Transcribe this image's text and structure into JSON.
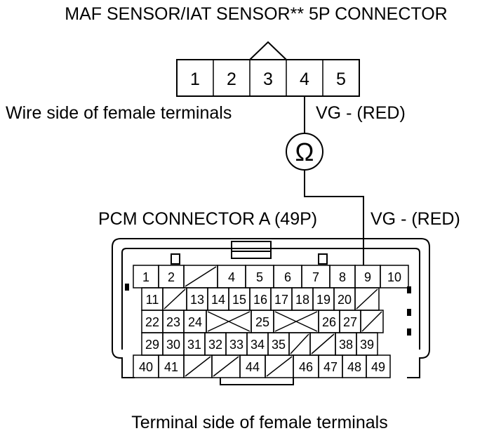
{
  "title": "MAF SENSOR/IAT SENSOR** 5P CONNECTOR",
  "maf_connector": {
    "pins": [
      "1",
      "2",
      "3",
      "4",
      "5"
    ],
    "side_label": "Wire side of female terminals",
    "probe_label": "VG -  (RED)"
  },
  "meter_symbol": "Ω",
  "pcm_connector": {
    "title": "PCM CONNECTOR A (49P)",
    "probe_label": "VG -  (RED)",
    "rows": [
      [
        "1",
        "2",
        "/",
        "4",
        "5",
        "6",
        "7",
        "8",
        "9",
        "10"
      ],
      [
        "11",
        "/",
        "13",
        "14",
        "15",
        "16",
        "17",
        "18",
        "19",
        "20",
        "/"
      ],
      [
        "22",
        "23",
        "24",
        "X",
        "25",
        "X",
        "26",
        "27",
        "/"
      ],
      [
        "29",
        "30",
        "31",
        "32",
        "33",
        "34",
        "35",
        "/",
        "/",
        "38",
        "39"
      ],
      [
        "40",
        "41",
        "/",
        "/",
        "44",
        "/",
        "46",
        "47",
        "48",
        "49"
      ]
    ]
  },
  "footer_label": "Terminal side of female terminals",
  "colors": {
    "line": "#000000",
    "background": "#ffffff"
  }
}
